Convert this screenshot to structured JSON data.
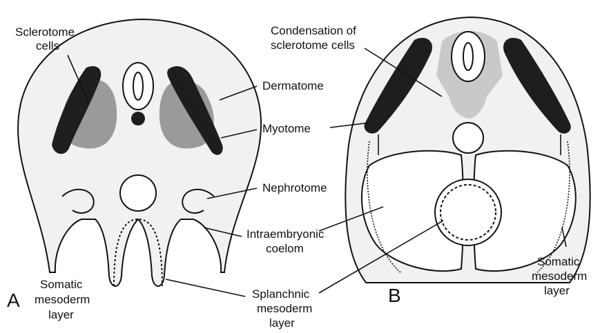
{
  "labels": {
    "sclerotome_cells": [
      "Sclerotome",
      "cells"
    ],
    "dermatome": "Dermatome",
    "myotome": "Myotome",
    "nephrotome": "Nephrotome",
    "intraembryonic_coelom": [
      "Intraembryonic",
      "coelom"
    ],
    "somatic_mesoderm_layer_a": [
      "Somatic",
      "mesoderm",
      "layer"
    ],
    "splanchnic_mesoderm_layer": [
      "Splanchnic",
      "mesoderm",
      "layer"
    ],
    "condensation_of_sclerotome_cells": [
      "Condensation of",
      "sclerotome cells"
    ],
    "somatic_mesoderm_layer_b": [
      "Somatic",
      "mesoderm",
      "layer"
    ]
  },
  "panels": {
    "a": "A",
    "b": "B"
  },
  "colors": {
    "ink": "#111111",
    "tissue": "#f1f1f1",
    "muscle": "#1e1e1e",
    "sclerotome": "#9a9a9a"
  }
}
